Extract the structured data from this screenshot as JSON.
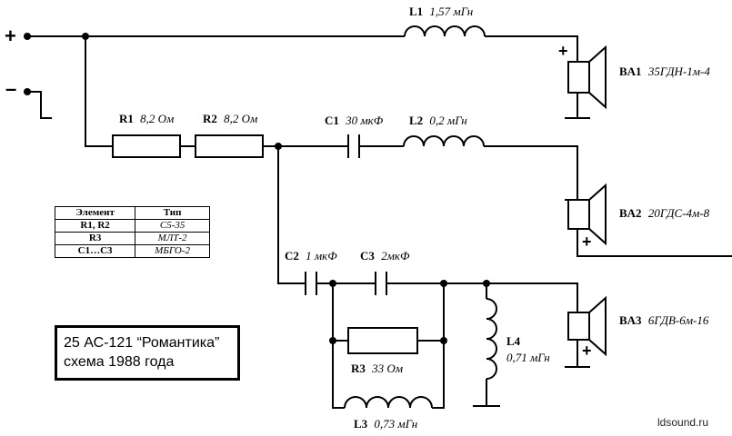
{
  "terminals": {
    "plus": "+",
    "minus": "–"
  },
  "components": {
    "L1": {
      "ref": "L1",
      "value": "1,57 мГн"
    },
    "R1": {
      "ref": "R1",
      "value": "8,2 Ом"
    },
    "R2": {
      "ref": "R2",
      "value": "8,2 Ом"
    },
    "C1": {
      "ref": "C1",
      "value": "30 мкФ"
    },
    "L2": {
      "ref": "L2",
      "value": "0,2 мГн"
    },
    "C2": {
      "ref": "C2",
      "value": "1 мкФ"
    },
    "C3": {
      "ref": "C3",
      "value": "2мкФ"
    },
    "R3": {
      "ref": "R3",
      "value": "33 Ом"
    },
    "L3": {
      "ref": "L3",
      "value": "0,73 мГн"
    },
    "L4": {
      "ref": "L4",
      "value": "0,71 мГн"
    }
  },
  "speakers": {
    "BA1": {
      "ref": "BA1",
      "model": "35ГДН-1м-4",
      "polarity": "+"
    },
    "BA2": {
      "ref": "BA2",
      "model": "20ГДС-4м-8",
      "polarity": "+"
    },
    "BA3": {
      "ref": "BA3",
      "model": "6ГДВ-6м-16",
      "polarity": "+"
    }
  },
  "parts_table": {
    "headers": [
      "Элемент",
      "Тип"
    ],
    "rows": [
      [
        "R1, R2",
        "С5-35"
      ],
      [
        "R3",
        "МЛТ-2"
      ],
      [
        "C1…C3",
        "МБГО-2"
      ]
    ]
  },
  "title": {
    "line1": "25 АС-121 “Романтика”",
    "line2": "схема 1988 года"
  },
  "watermark": "ldsound.ru"
}
